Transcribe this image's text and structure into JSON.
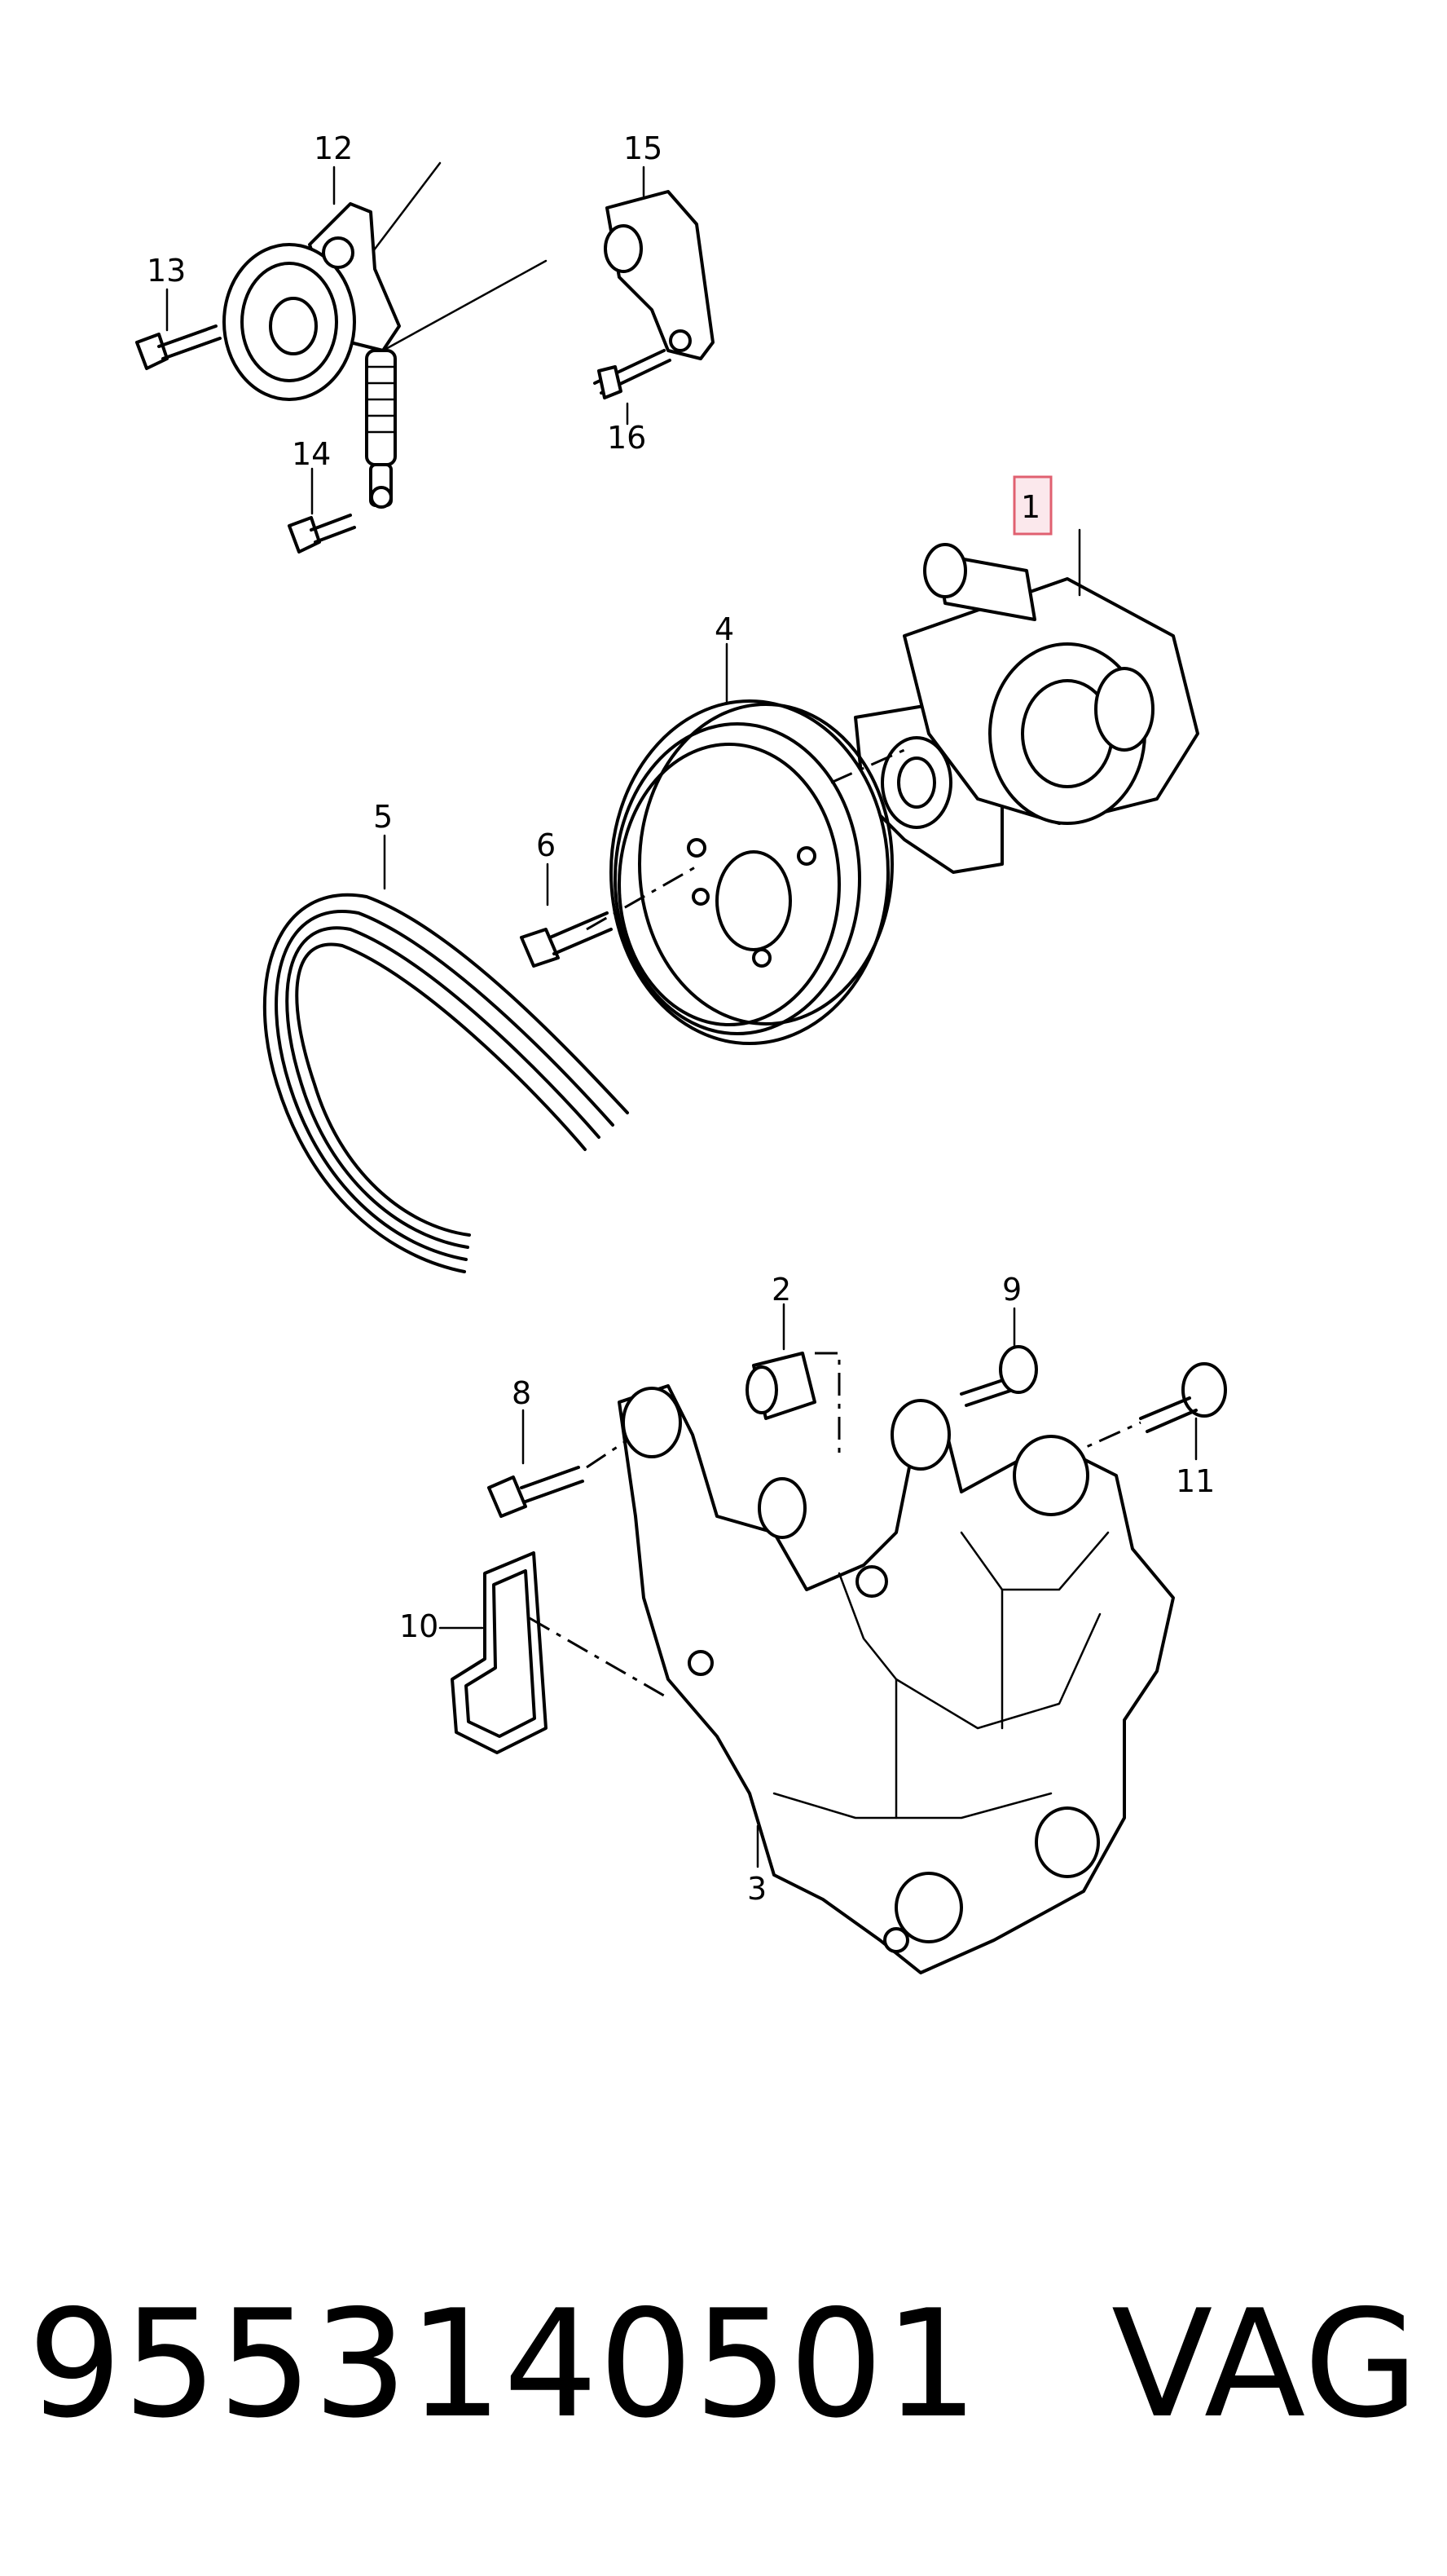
{
  "callouts": {
    "c1": "1",
    "c2": "2",
    "c3": "3",
    "c4": "4",
    "c5": "5",
    "c6": "6",
    "c8": "8",
    "c9": "9",
    "c10": "10",
    "c11": "11",
    "c12": "12",
    "c13": "13",
    "c14": "14",
    "c15": "15",
    "c16": "16"
  },
  "highlight_color": "#e06070",
  "footer": {
    "part_number": "9553140501",
    "brand": "VAG"
  }
}
